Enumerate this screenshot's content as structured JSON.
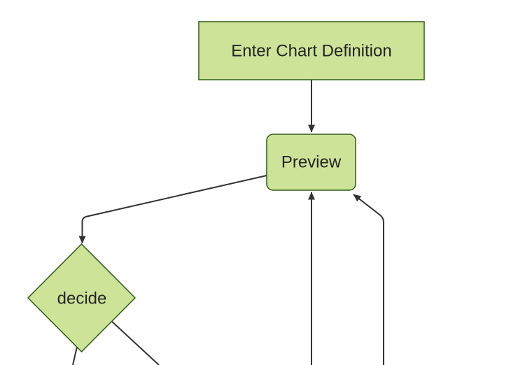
{
  "diagram": {
    "type": "flowchart",
    "direction": "top-down",
    "theme": "forest",
    "nodes": [
      {
        "id": "A",
        "shape": "rectangle",
        "label": "Enter Chart Definition"
      },
      {
        "id": "B",
        "shape": "rounded-rectangle",
        "label": "Preview"
      },
      {
        "id": "C",
        "shape": "diamond",
        "label": "decide"
      }
    ],
    "edges": [
      {
        "from": "A",
        "to": "B",
        "arrow": true
      },
      {
        "from": "B",
        "to": "C",
        "arrow": true
      },
      {
        "from": "offscreen-bottom-center",
        "to": "B",
        "arrow": true
      },
      {
        "from": "offscreen-bottom-right",
        "to": "B",
        "arrow": true
      },
      {
        "from": "C",
        "to": "offscreen-bottom-left",
        "arrow": false
      },
      {
        "from": "C",
        "to": "offscreen-bottom-right",
        "arrow": false
      }
    ]
  },
  "colors": {
    "node_fill": "#cde498",
    "node_border": "#2e5c14",
    "edge": "#333333",
    "label": "#242424",
    "background": "#ffffff"
  }
}
